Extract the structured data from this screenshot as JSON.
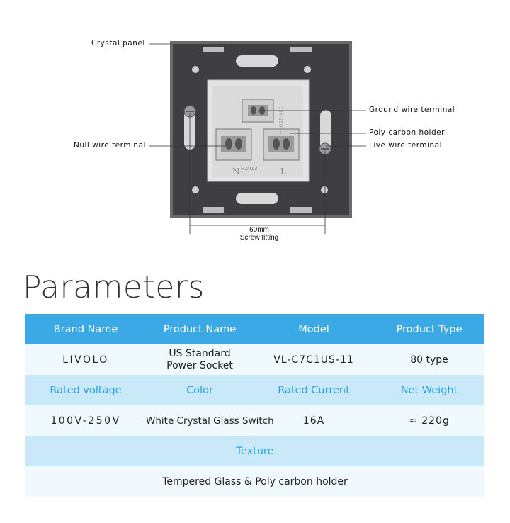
{
  "diagram": {
    "labels": {
      "crystal_panel": "Crystal panel",
      "ground_wire": "Ground wire terminal",
      "poly_carbon": "Poly carbon holder",
      "null_wire": "Null wire terminal",
      "live_wire": "Live wire terminal"
    },
    "dimension": {
      "value": "60mm",
      "caption": "Screw fitting"
    },
    "socket_marks": {
      "neutral": "N",
      "live": "L",
      "code": "HZ013",
      "rating": "15A 250V~"
    }
  },
  "parameters": {
    "title": "Parameters",
    "headers": [
      "Brand Name",
      "Product Name",
      "Model",
      "Product Type"
    ],
    "row1": [
      "LIVOLO",
      "US Standard\nPower Socket",
      "VL-C7C1US-11",
      "80 type"
    ],
    "subheaders": [
      "Rated voltage",
      "Color",
      "Rated Current",
      "Net Weight"
    ],
    "row2": [
      "100V-250V",
      "White Crystal Glass Switch",
      "16A",
      "≈ 220g"
    ],
    "texture_label": "Texture",
    "texture_value": "Tempered Glass & Poly carbon holder"
  },
  "colors": {
    "header_blue": "#3aa9e6",
    "subheader_bg": "#c9e9f8",
    "subheader_text": "#2b9fe0",
    "row_bg": "#f0f9fd",
    "panel_dark": "#4b4b4d"
  }
}
